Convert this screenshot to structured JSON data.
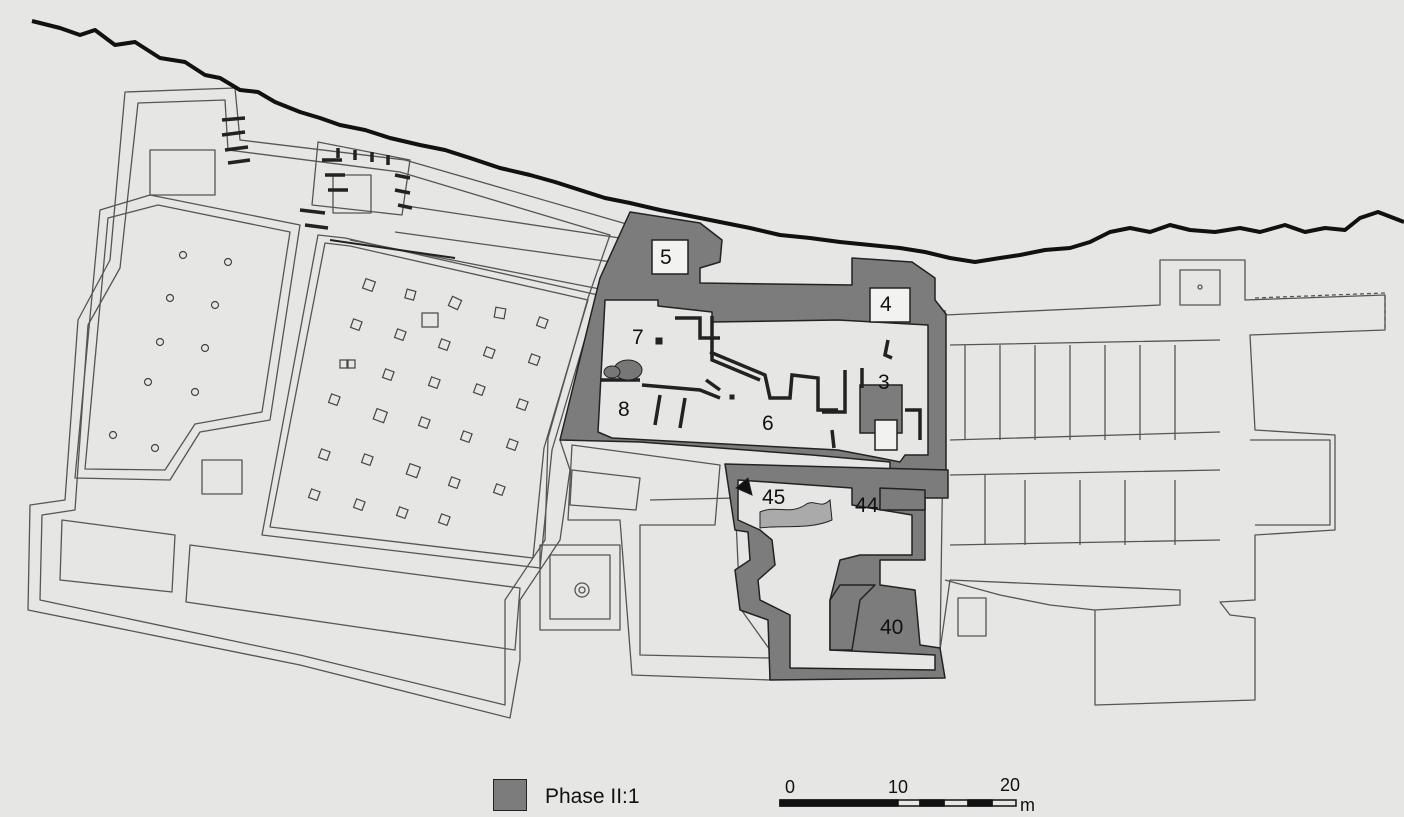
{
  "rooms": [
    "5",
    "4",
    "7",
    "3",
    "8",
    "6",
    "45",
    "44",
    "40"
  ],
  "legend": {
    "label": "Phase II:1",
    "color": "#7c7c7c"
  },
  "scale": {
    "ticks": [
      "0",
      "10",
      "20"
    ],
    "unit": "m"
  }
}
